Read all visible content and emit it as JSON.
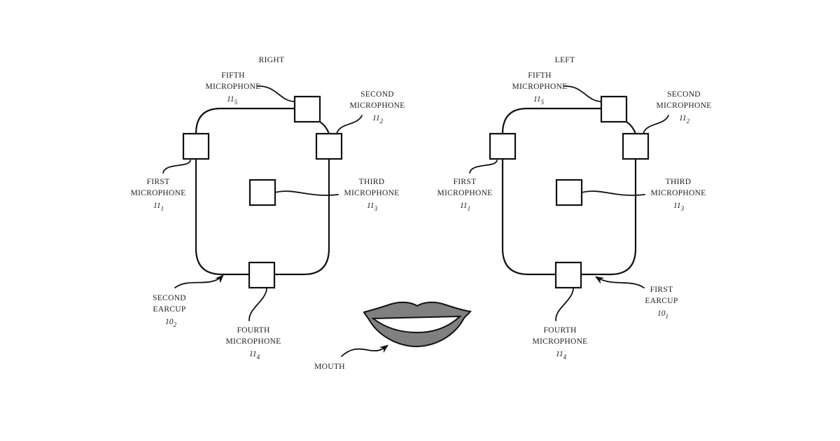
{
  "figure": {
    "right_ear": {
      "side_label": "RIGHT",
      "microphones": {
        "fifth": {
          "line1": "FIFTH",
          "line2": "MICROPHONE",
          "ref": "11",
          "sub": "5"
        },
        "second": {
          "line1": "SECOND",
          "line2": "MICROPHONE",
          "ref": "11",
          "sub": "2"
        },
        "first": {
          "line1": "FIRST",
          "line2": "MICROPHONE",
          "ref": "11",
          "sub": "1"
        },
        "third": {
          "line1": "THIRD",
          "line2": "MICROPHONE",
          "ref": "11",
          "sub": "3"
        },
        "fourth": {
          "line1": "FOURTH",
          "line2": "MICROPHONE",
          "ref": "11",
          "sub": "4"
        }
      },
      "earcup": {
        "line1": "SECOND",
        "line2": "EARCUP",
        "ref": "10",
        "sub": "2"
      }
    },
    "left_ear": {
      "side_label": "LEFT",
      "microphones": {
        "fifth": {
          "line1": "FIFTH",
          "line2": "MICROPHONE",
          "ref": "11",
          "sub": "5"
        },
        "second": {
          "line1": "SECOND",
          "line2": "MICROPHONE",
          "ref": "11",
          "sub": "2"
        },
        "first": {
          "line1": "FIRST",
          "line2": "MICROPHONE",
          "ref": "11",
          "sub": "1"
        },
        "third": {
          "line1": "THIRD",
          "line2": "MICROPHONE",
          "ref": "11",
          "sub": "3"
        },
        "fourth": {
          "line1": "FOURTH",
          "line2": "MICROPHONE",
          "ref": "11",
          "sub": "4"
        }
      },
      "earcup": {
        "line1": "FIRST",
        "line2": "EARCUP",
        "ref": "10",
        "sub": "1"
      }
    },
    "mouth": {
      "label": "MOUTH"
    },
    "colors": {
      "line": "#111111",
      "lips": "#808080",
      "teeth": "#ffffff",
      "background": "#ffffff"
    }
  }
}
